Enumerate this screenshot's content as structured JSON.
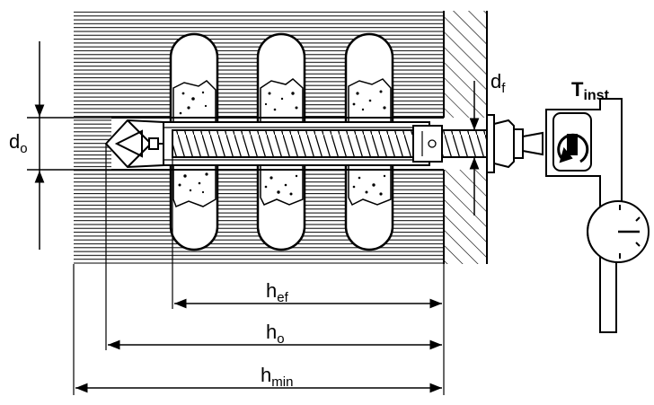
{
  "labels": {
    "d0": {
      "main": "d",
      "sub": "o"
    },
    "df": {
      "main": "d",
      "sub": "f"
    },
    "tinst": {
      "main": "T",
      "sub": "inst"
    },
    "hef": {
      "main": "h",
      "sub": "ef"
    },
    "h0": {
      "main": "h",
      "sub": "o"
    },
    "hmin": {
      "main": "h",
      "sub": "min"
    }
  },
  "colors": {
    "line": "#000000",
    "background": "#ffffff",
    "mortar_fill": "#ffffff"
  },
  "icons": [
    "torque-wrench-icon",
    "rotation-arrow-icon",
    "gauge-dial-icon"
  ]
}
